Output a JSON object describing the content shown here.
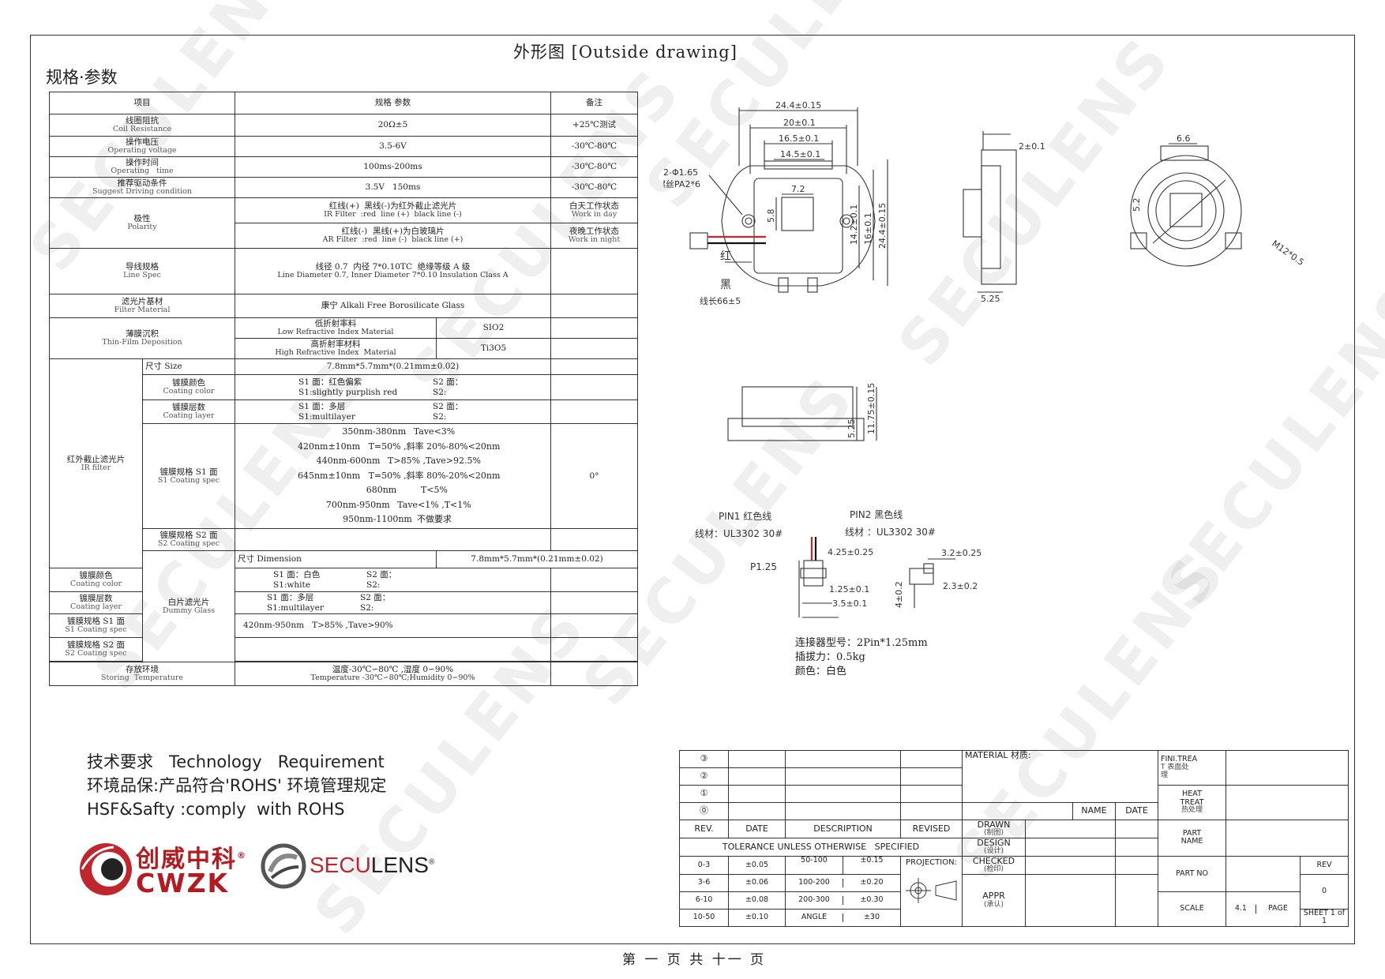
{
  "watermark": "SECULENS",
  "title": "外形图 [Outside drawing]",
  "spec_heading": "规格·参数",
  "spec_table": {
    "headers": {
      "item": "项目",
      "spec": "规格 参数",
      "remark": "备注"
    },
    "coil": {
      "cn": "线圈阻抗",
      "en": "Coil Resistance",
      "value": "20Ω±5",
      "remark": "+25℃测试"
    },
    "voltage": {
      "cn": "操作电压",
      "en": "Operating voltage",
      "value": "3.5-6V",
      "remark": "-30℃-80℃"
    },
    "time": {
      "cn": "操作时间",
      "en": "Operating   time",
      "value": "100ms-200ms",
      "remark": "-30℃-80℃"
    },
    "driving": {
      "cn": "推荐驱动条件",
      "en": "Suggest Driving condition",
      "value": "3.5V   150ms",
      "remark": "-30℃-80℃"
    },
    "polarity": {
      "cn": "极性",
      "en": "Polarity",
      "ir_cn": "红线(+)  黑线(-)为红外截止滤光片",
      "ir_en": "IR Filter  :red  line (+)  black line (-)",
      "ir_remark_cn": "白天工作状态",
      "ir_remark_en": "Work in day",
      "ar_cn": "红线(-)  黑线(+)为白玻璃片",
      "ar_en": "AR Filter  :red  line (-)  black line (+)",
      "ar_remark_cn": "夜晚工作状态",
      "ar_remark_en": "Work in night"
    },
    "line": {
      "cn": "导线规格",
      "en": "Line Spec",
      "value_cn": "线径 0.7  内径 7*0.10TC  绝缘等级 A 级",
      "value_en": "Line Diameter 0.7, Inner Diameter 7*0.10 Insulation Class A"
    },
    "filter_material": {
      "cn": "滤光片基材",
      "en": "Filter Material",
      "value": "康宁 Alkali Free Borosilicate Glass"
    },
    "thin_film": {
      "cn": "薄膜沉积",
      "en": "Thin-Film Deposition",
      "low_cn": "低折射率料",
      "low_en": "Low Refractive Index Material",
      "low_value": "SIO2",
      "high_cn": "高折射率材料",
      "high_en": "High Refractive Index  Material",
      "high_value": "Ti3O5"
    },
    "ir_filter": {
      "cn": "红外截止滤光片",
      "en": "IR filter",
      "size_label": "尺寸 Size",
      "size_value": "7.8mm*5.7mm*(0.21mm±0.02)",
      "color_cn": "镀膜颜色",
      "color_en": "Coating color",
      "color_value_a": "S1 面：红色偏紫",
      "color_value_b": "S1:slightly  purplish red",
      "color_s2a": "S2 面：",
      "color_s2b": "S2:",
      "layer_cn": "镀膜层数",
      "layer_en": "Coating layer",
      "layer_value_a": "S1 面：多层",
      "layer_value_b": "S1:multilayer",
      "layer_s2a": "S2 面：",
      "layer_s2b": "S2:",
      "s1_cn": "镀膜规格 S1 面",
      "s1_en": "S1 Coating spec",
      "s1_rows": [
        {
          "range": "350nm-380nm",
          "value": "Tave<3%"
        },
        {
          "range": "420nm±10nm",
          "value": "T=50% ,斜率 20%-80%<20nm"
        },
        {
          "range": "440nm-600nm",
          "value": "T>85% ,Tave>92.5%"
        },
        {
          "range": "645nm±10nm",
          "value": "T=50% ,斜率 80%-20%<20nm"
        },
        {
          "range": "680nm",
          "value": "T<5%"
        },
        {
          "range": "700nm-950nm",
          "value": "Tave<1% ,T<1%"
        },
        {
          "range": "950nm-1100nm",
          "value": "不做要求"
        }
      ],
      "s1_remark": "0°",
      "s2_cn": "镀膜规格 S2 面",
      "s2_en": "S2 Coating spec"
    },
    "dummy": {
      "cn": "白片滤光片",
      "en": "Dummy Glass",
      "size_label": "尺寸 Dimension",
      "size_value": "7.8mm*5.7mm*(0.21mm±0.02)",
      "color_cn": "镀膜颜色",
      "color_en": "Coating color",
      "color_value_a": "S1 面：白色",
      "color_value_b": "S1:white",
      "color_s2a": "S2 面：",
      "color_s2b": "S2:",
      "layer_cn": "镀膜层数",
      "layer_en": "Coating layer",
      "layer_value_a": "S1 面：多层",
      "layer_value_b": "S1:multilayer",
      "layer_s2a": "S2 面：",
      "layer_s2b": "S2:",
      "s1_cn": "镀膜规格 S1 面",
      "s1_en": "S1 Coating spec",
      "s1_value": "420nm-950nm   T>85% ,Tave>90%",
      "s2_cn": "镀膜规格 S2 面",
      "s2_en": "S2 Coating spec"
    },
    "storing": {
      "cn": "存放环境",
      "en": "Storing  Temperature",
      "value_cn": "温度-30℃∽80℃ ,湿度 0∽90%",
      "value_en": "Temperature -30℃∽80℃;Humidity 0∽90%"
    }
  },
  "drawing": {
    "dims_top": [
      "24.4±0.15",
      "20±0.1",
      "16.5±0.1",
      "14.5±0.1"
    ],
    "dims_side": [
      "14.2±0.1",
      "16±0.1",
      "24.4±0.15"
    ],
    "hole_note_a": "2-Φ1.65",
    "hole_note_b": "螺丝PA2*6",
    "inner_w": "7.2",
    "inner_h": "5.8",
    "red_label": "红",
    "black_label": "黑",
    "wire_length": "线长66±5",
    "side_thick": "2±0.1",
    "side_bottom": "5.25",
    "rear_top": "6.6",
    "rear_left": "5.2",
    "rear_thread": "M12*0.5",
    "bottom_h": "5.25",
    "bottom_total": "11.75±0.15",
    "pin1": "PIN1 红色线",
    "pin2": "PIN2 黑色线",
    "wire_mat_left": "线材：UL3302 30#",
    "wire_mat_right": "线材 ：UL3302 30#",
    "p125": "P1.25",
    "conn_dims": [
      "4.25±0.25",
      "1.25±0.1",
      "3.5±0.1",
      "4±0.2"
    ],
    "conn_dims_right": [
      "3.2±0.25",
      "2.3±0.2"
    ]
  },
  "connector_note": [
    "连接器型号：2Pin*1.25mm",
    "插拔力：0.5kg",
    "颜色：白色"
  ],
  "tech": {
    "line1_cn": "技术要求",
    "line1_en": "Technology   Requirement",
    "line2": "环境品保:产品符合'ROHS' 环境管理规定",
    "line3": "HSF&Safty :comply  with ROHS"
  },
  "logos": {
    "cwzk_cn": "创威中科",
    "cwzk_en": "CWZK",
    "reg": "®",
    "seculens_a": "SECU",
    "seculens_b": "LENS"
  },
  "title_block": {
    "rev_marks": [
      "③",
      "②",
      "①",
      "⓪"
    ],
    "rev": "REV.",
    "date": "DATE",
    "description": "DESCRIPTION",
    "revised": "REVISED",
    "material": "MATERIAL 材质:",
    "fini_a": "FINI.TREA",
    "fini_b": "T 表面处",
    "fini_c": "理",
    "heat_a": "HEAT",
    "heat_b": "TREAT",
    "heat_c": "热处理",
    "name": "NAME",
    "date2": "DATE",
    "drawn": "DRAWN",
    "drawn_cn": "(制图)",
    "design": "DESIGN",
    "design_cn": "(设计)",
    "checked": "CHECKED",
    "checked_cn": "(检印)",
    "appr": "APPR",
    "appr_cn": "(承认)",
    "tolerance": "TOLERANCE UNLESS OTHERWISE   SPECIFIED",
    "tol_rows": [
      [
        "0-3",
        "±0.05",
        "50-100",
        "±0.15"
      ],
      [
        "3-6",
        "±0.06",
        "100-200",
        "±0.20"
      ],
      [
        "6-10",
        "±0.08",
        "200-300",
        "±0.30"
      ],
      [
        "10-50",
        "±0.10",
        "ANGLE",
        "±30"
      ]
    ],
    "projection": "PROJECTION:",
    "part_name_a": "PART",
    "part_name_b": "NAME",
    "part_no": "PART  NO",
    "rev_label": "REV",
    "rev_value": "0",
    "scale": "SCALE",
    "scale_value": "4.1",
    "page": "PAGE",
    "sheet": "SHEET 1 of 1"
  },
  "footer": "第 一 页 共 十一 页",
  "colors": {
    "red_wire": "#d0232a",
    "black_wire": "#111111",
    "logo_red": "#b31b21"
  }
}
